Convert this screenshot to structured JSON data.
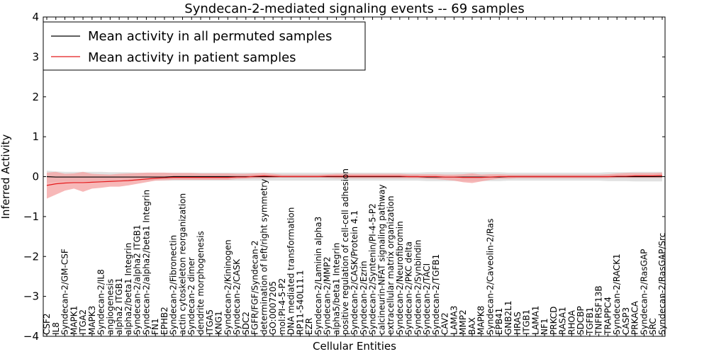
{
  "chart_data": {
    "type": "line",
    "title": "Syndecan-2-mediated signaling events -- 69 samples",
    "xlabel": "Cellular Entities",
    "ylabel": "Inferred Activity",
    "ylim": [
      -4,
      4
    ],
    "yticks": [
      -4,
      -3,
      -2,
      -1,
      0,
      1,
      2,
      3,
      4
    ],
    "grid": false,
    "legend_position": "top-left",
    "colors": {
      "permuted_line": "#000000",
      "permuted_band": "#c8c8c8",
      "patient_line": "#e41a1c",
      "patient_band": "#f4a0a0"
    },
    "categories": [
      "CSF2",
      "IL8",
      "Syndecan-2/GM-CSF",
      "MAPK1",
      "ITGA2",
      "MAPK3",
      "Syndecan-2/IL8",
      "angiogenesis",
      "alpha2 ITGB1",
      "alpha2/beta1 Integrin",
      "Syndecan-2/alpha2 ITGB1",
      "Syndecan-2/alpha2/beta1 Integrin",
      "FN1",
      "EPHB2",
      "Syndecan-2/Fibronectin",
      "actin cytoskeleton reorganization",
      "Syndecan-2 dimer",
      "dendrite morphogenesis",
      "ITGA5",
      "KNG1",
      "Syndecan-2/Kininogen",
      "Syndecan-2/CASK",
      "SDC2",
      "FGFR/FGF/Syndecan-2",
      "determination of left/right symmetry",
      "GO:0007205",
      "mol:PI-4-5-P2",
      "DNA mediated transformation",
      "RP11-540L11.1",
      "EZR",
      "Syndecan-2/Laminin alpha3",
      "Syndecan-2/MMP2",
      "alpha5/beta1 Integrin",
      "positive regulation of cell-cell adhesion",
      "Syndecan-2/CASK/Protein 4.1",
      "Syndecan-2/Ezrin",
      "Syndecan-2/Syntenin/PI-4-5-P2",
      "calcineurin-NFAT signaling pathway",
      "extracellular matrix organization",
      "Syndecan-2/Neurofibromin",
      "Syndecan-2/PKC delta",
      "Syndecan-2/Synbindin",
      "Syndecan-2/TACI",
      "Syndecan-2/TGFB1",
      "CAV2",
      "LAMA3",
      "MMP2",
      "BAX",
      "MAPK8",
      "Syndecan-2/Caveolin-2/Ras",
      "EPB41",
      "GNB2L1",
      "HRAS",
      "ITGB1",
      "LAMA1",
      "NF1",
      "PRKCD",
      "RASA1",
      "RHOA",
      "SDCBP",
      "TGFB1",
      "TNFRSF13B",
      "TRAPPC4",
      "Syndecan-2/RACK1",
      "CASP3",
      "PRKACA",
      "Syndecan-2/RasGAP",
      "SRC",
      "Syndecan-2/RasGAP/Src"
    ],
    "series": [
      {
        "name": "Mean activity in all permuted samples",
        "values": [
          0.0,
          -0.01,
          -0.01,
          -0.01,
          -0.01,
          -0.01,
          -0.01,
          -0.01,
          -0.01,
          -0.01,
          -0.01,
          -0.01,
          -0.01,
          -0.01,
          0.0,
          0.0,
          0.0,
          0.0,
          0.0,
          0.0,
          0.0,
          0.0,
          0.0,
          0.0,
          0.0,
          0.0,
          0.0,
          0.0,
          0.0,
          0.0,
          0.0,
          0.0,
          0.0,
          0.0,
          0.0,
          0.0,
          0.0,
          0.0,
          0.0,
          0.0,
          0.0,
          0.0,
          -0.01,
          -0.01,
          -0.01,
          -0.01,
          -0.01,
          -0.01,
          -0.01,
          -0.01,
          -0.01,
          0.0,
          0.0,
          0.0,
          0.0,
          0.0,
          0.0,
          0.0,
          0.0,
          0.0,
          0.0,
          0.0,
          0.0,
          0.0,
          0.0,
          0.0,
          0.0,
          0.0,
          0.0
        ],
        "band_upper": [
          0.15,
          0.13,
          0.12,
          0.12,
          0.12,
          0.12,
          0.12,
          0.11,
          0.11,
          0.11,
          0.1,
          0.1,
          0.1,
          0.1,
          0.1,
          0.1,
          0.1,
          0.1,
          0.1,
          0.1,
          0.1,
          0.1,
          0.1,
          0.1,
          0.1,
          0.1,
          0.1,
          0.1,
          0.1,
          0.1,
          0.1,
          0.1,
          0.1,
          0.1,
          0.1,
          0.1,
          0.1,
          0.1,
          0.1,
          0.1,
          0.1,
          0.1,
          0.11,
          0.11,
          0.11,
          0.11,
          0.11,
          0.11,
          0.11,
          0.11,
          0.11,
          0.1,
          0.1,
          0.1,
          0.1,
          0.1,
          0.1,
          0.1,
          0.1,
          0.1,
          0.1,
          0.1,
          0.11,
          0.11,
          0.11,
          0.12,
          0.12,
          0.12,
          0.12
        ],
        "band_lower": [
          -0.15,
          -0.13,
          -0.12,
          -0.12,
          -0.12,
          -0.12,
          -0.12,
          -0.11,
          -0.11,
          -0.11,
          -0.1,
          -0.1,
          -0.1,
          -0.1,
          -0.1,
          -0.1,
          -0.1,
          -0.1,
          -0.1,
          -0.1,
          -0.1,
          -0.1,
          -0.1,
          -0.1,
          -0.1,
          -0.1,
          -0.1,
          -0.1,
          -0.1,
          -0.1,
          -0.1,
          -0.1,
          -0.1,
          -0.1,
          -0.1,
          -0.1,
          -0.1,
          -0.1,
          -0.1,
          -0.1,
          -0.1,
          -0.1,
          -0.11,
          -0.11,
          -0.11,
          -0.11,
          -0.11,
          -0.11,
          -0.11,
          -0.11,
          -0.11,
          -0.1,
          -0.1,
          -0.1,
          -0.1,
          -0.1,
          -0.1,
          -0.1,
          -0.1,
          -0.1,
          -0.1,
          -0.1,
          -0.11,
          -0.11,
          -0.11,
          -0.12,
          -0.12,
          -0.12,
          -0.12
        ]
      },
      {
        "name": "Mean activity in patient samples",
        "values": [
          -0.22,
          -0.18,
          -0.16,
          -0.15,
          -0.15,
          -0.14,
          -0.13,
          -0.12,
          -0.11,
          -0.1,
          -0.08,
          -0.06,
          -0.04,
          -0.03,
          -0.02,
          -0.02,
          -0.02,
          -0.02,
          -0.02,
          -0.02,
          -0.02,
          -0.01,
          -0.01,
          0.01,
          0.02,
          0.01,
          0.0,
          0.0,
          0.0,
          0.0,
          0.0,
          0.01,
          0.01,
          0.01,
          0.01,
          0.01,
          0.01,
          0.01,
          0.01,
          0.01,
          0.0,
          0.0,
          0.0,
          0.0,
          -0.01,
          -0.01,
          -0.02,
          -0.02,
          -0.02,
          -0.01,
          0.0,
          0.0,
          0.0,
          0.0,
          0.0,
          0.0,
          0.0,
          0.0,
          0.0,
          0.0,
          0.0,
          0.0,
          0.0,
          0.01,
          0.01,
          0.02,
          0.02,
          0.02,
          0.03
        ],
        "band_upper": [
          0.1,
          0.12,
          0.07,
          0.08,
          0.12,
          0.07,
          0.06,
          0.05,
          0.07,
          0.08,
          0.09,
          0.1,
          0.1,
          0.1,
          0.09,
          0.09,
          0.09,
          0.08,
          0.08,
          0.08,
          0.08,
          0.07,
          0.07,
          0.08,
          0.09,
          0.07,
          0.05,
          0.05,
          0.05,
          0.05,
          0.05,
          0.06,
          0.07,
          0.07,
          0.07,
          0.07,
          0.07,
          0.07,
          0.07,
          0.07,
          0.06,
          0.06,
          0.06,
          0.06,
          0.05,
          0.05,
          0.06,
          0.08,
          0.05,
          0.06,
          0.06,
          0.05,
          0.05,
          0.05,
          0.05,
          0.05,
          0.05,
          0.05,
          0.05,
          0.05,
          0.05,
          0.05,
          0.06,
          0.08,
          0.09,
          0.09,
          0.09,
          0.09,
          0.1
        ],
        "band_lower": [
          -0.55,
          -0.45,
          -0.35,
          -0.3,
          -0.38,
          -0.3,
          -0.28,
          -0.25,
          -0.25,
          -0.22,
          -0.18,
          -0.14,
          -0.1,
          -0.09,
          -0.08,
          -0.08,
          -0.08,
          -0.08,
          -0.08,
          -0.08,
          -0.08,
          -0.06,
          -0.05,
          -0.04,
          -0.04,
          -0.03,
          -0.02,
          -0.02,
          -0.02,
          -0.02,
          -0.02,
          -0.03,
          -0.04,
          -0.04,
          -0.04,
          -0.04,
          -0.04,
          -0.04,
          -0.04,
          -0.04,
          -0.04,
          -0.04,
          -0.05,
          -0.06,
          -0.08,
          -0.1,
          -0.14,
          -0.16,
          -0.12,
          -0.08,
          -0.05,
          -0.05,
          -0.04,
          -0.04,
          -0.04,
          -0.04,
          -0.04,
          -0.04,
          -0.04,
          -0.04,
          -0.04,
          -0.04,
          -0.04,
          -0.03,
          -0.03,
          -0.03,
          -0.03,
          -0.03,
          -0.03
        ]
      }
    ]
  }
}
